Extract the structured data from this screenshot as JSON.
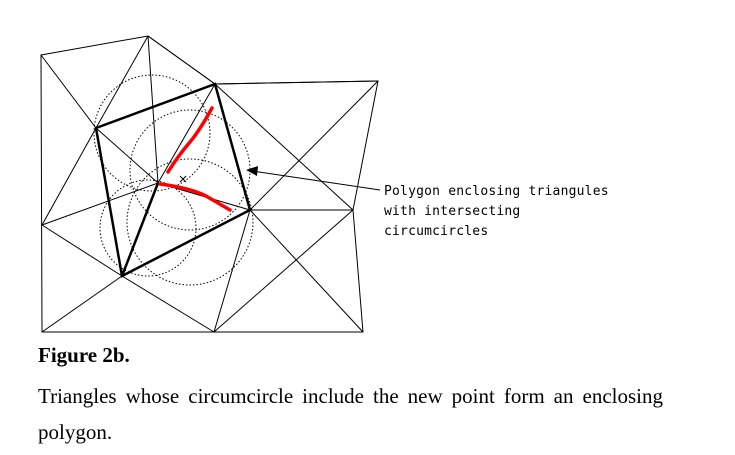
{
  "figure": {
    "annotation_lines": [
      "Polygon enclosing triangules",
      "with intersecting",
      "circumcircles"
    ],
    "caption_title": "Figure 2b.",
    "caption_body": "Triangles whose circumcircle include the new point form an enclosing polygon."
  },
  "colors": {
    "line": "#000000",
    "highlight": "#ff0000",
    "background": "#ffffff"
  }
}
